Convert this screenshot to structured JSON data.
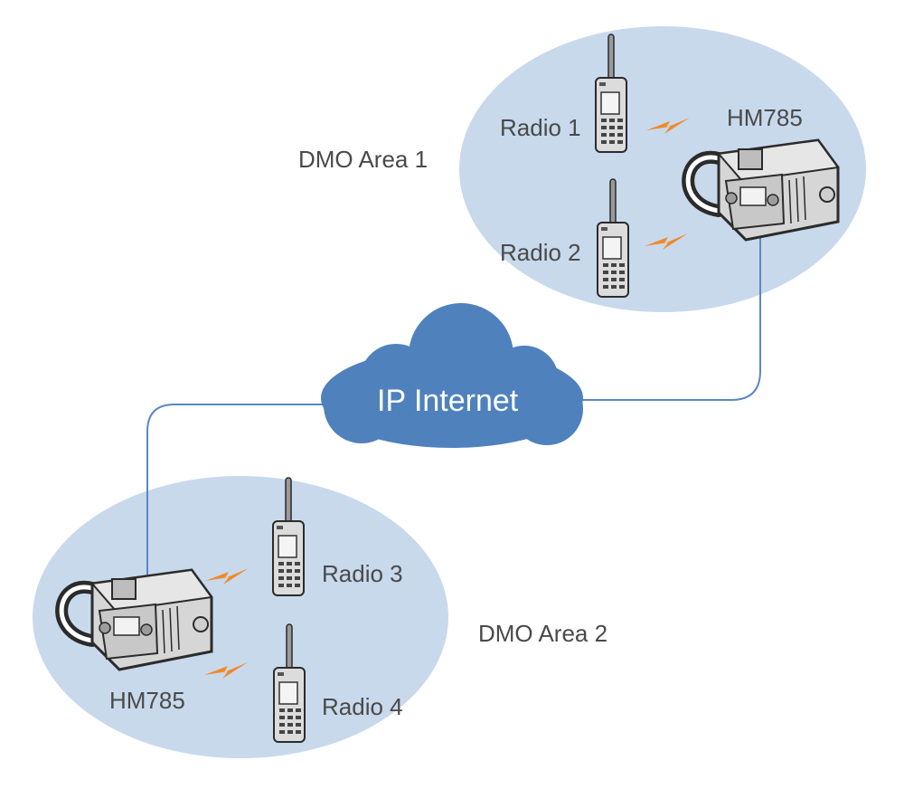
{
  "network": {
    "label": "IP Internet"
  },
  "areas": [
    {
      "label": "DMO Area 1",
      "repeater": "HM785",
      "radios": [
        "Radio 1",
        "Radio 2"
      ]
    },
    {
      "label": "DMO Area 2",
      "repeater": "HM785",
      "radios": [
        "Radio 3",
        "Radio 4"
      ]
    }
  ],
  "colors": {
    "area_fill": "#c8d9ec",
    "cloud": "#4f81bd",
    "link": "#5b87c5",
    "signal": "#f0892a",
    "device_body": "#dcdcdc",
    "device_outline": "#2b2b2b"
  }
}
